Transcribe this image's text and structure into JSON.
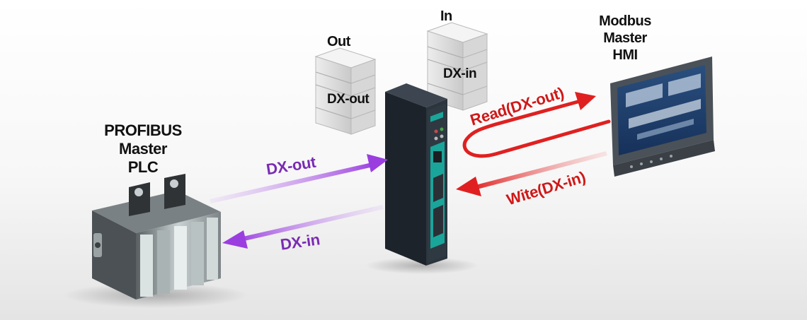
{
  "plc": {
    "label_lines": [
      "PROFIBUS",
      "Master",
      "PLC"
    ]
  },
  "hmi": {
    "label_lines": [
      "Modbus",
      "Master",
      "HMI"
    ]
  },
  "out_stack": {
    "title": "Out",
    "tag": "DX-out"
  },
  "in_stack": {
    "title": "In",
    "tag": "DX-in"
  },
  "arrows": {
    "plc_to_gateway": "DX-out",
    "gateway_to_plc": "DX-in",
    "hmi_read": "Read(DX-out)",
    "hmi_write": "Wite(DX-in)"
  },
  "colors": {
    "purple_arrow": "#9a3ee0",
    "red_arrow": "#e02020",
    "gateway_accent": "#1aa59a"
  }
}
